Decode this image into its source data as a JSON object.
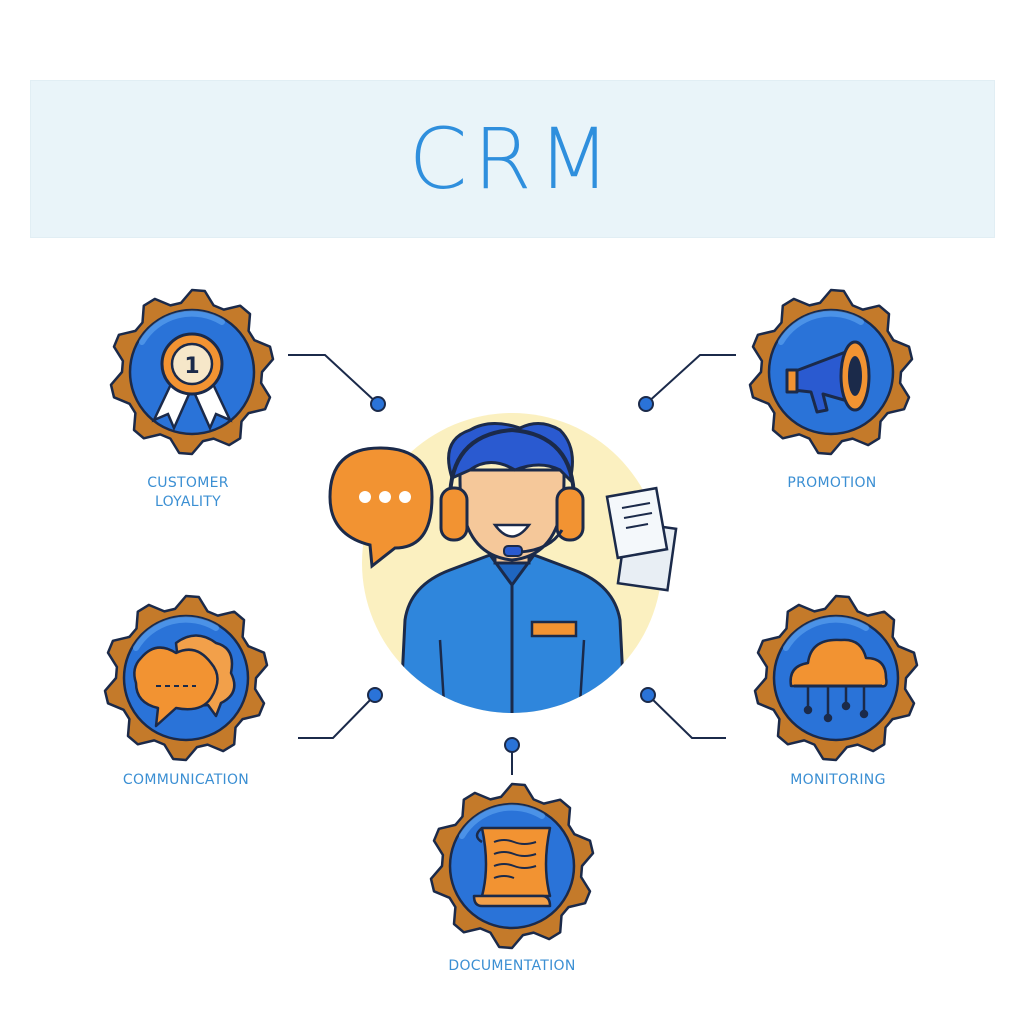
{
  "title": "CRM",
  "colors": {
    "blue": "#2a73d8",
    "orange": "#f29332",
    "outline": "#1b2a4a",
    "banner": "#e9f4f9",
    "label": "#3b8fd3",
    "face": "#f5c89a",
    "halo": "#fbf0c0"
  },
  "nodes": [
    {
      "id": "customer-loyalty",
      "label": "CUSTOMER\nLOYALITY",
      "icon": "award-medal-icon"
    },
    {
      "id": "promotion",
      "label": "PROMOTION",
      "icon": "megaphone-icon"
    },
    {
      "id": "communication",
      "label": "COMMUNICATION",
      "icon": "speech-bubbles-icon"
    },
    {
      "id": "monitoring",
      "label": "MONITORING",
      "icon": "cloud-network-icon"
    },
    {
      "id": "documentation",
      "label": "DOCUMENTATION",
      "icon": "scroll-document-icon"
    }
  ],
  "center": {
    "icon": "support-agent-icon",
    "medal_number": "1"
  }
}
